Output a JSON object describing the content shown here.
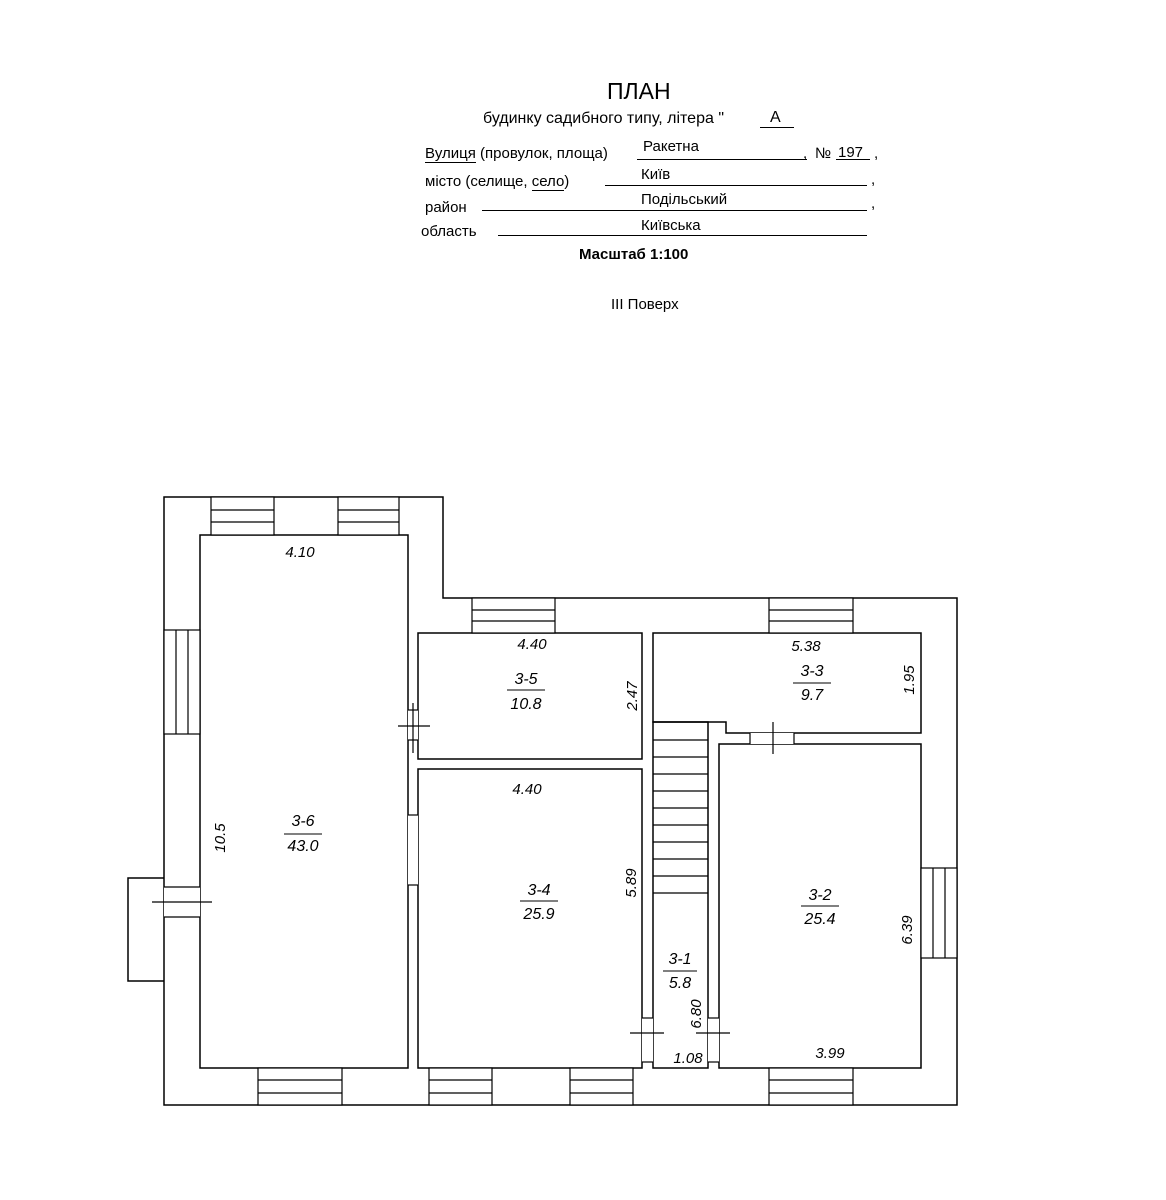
{
  "header": {
    "title": "ПЛАН",
    "subtitle_prefix": "будинку садибного типу, літера \"",
    "litera": "А",
    "street_label_1": "Вулиця",
    "street_label_2": "(провулок, площа)",
    "street_value": "Ракетна",
    "comma": ",",
    "number_label": "№",
    "number_value": "197",
    "city_label_1": "місто (селище,",
    "city_label_2": "село",
    "city_label_3": ")",
    "city_value": "Київ",
    "district_label": "район",
    "district_value": "Подільський",
    "region_label": "область",
    "region_value": "Київська",
    "scale": "Масштаб  1:100",
    "floor": "ІІІ Поверх"
  },
  "rooms": [
    {
      "id": "3-6",
      "area": "43.0"
    },
    {
      "id": "3-5",
      "area": "10.8"
    },
    {
      "id": "3-4",
      "area": "25.9"
    },
    {
      "id": "3-3",
      "area": "9.7"
    },
    {
      "id": "3-2",
      "area": "25.4"
    },
    {
      "id": "3-1",
      "area": "5.8"
    }
  ],
  "dimensions": {
    "r36_width": "4.10",
    "r36_length": "10.5",
    "r35_width": "4.40",
    "r35_height": "2.47",
    "r34_width": "4.40",
    "r34_height": "5.89",
    "r33_width": "5.38",
    "r33_height": "1.95",
    "r32_width": "3.99",
    "r32_height": "6.39",
    "r31_width": "1.08",
    "r31_height": "6.80"
  }
}
